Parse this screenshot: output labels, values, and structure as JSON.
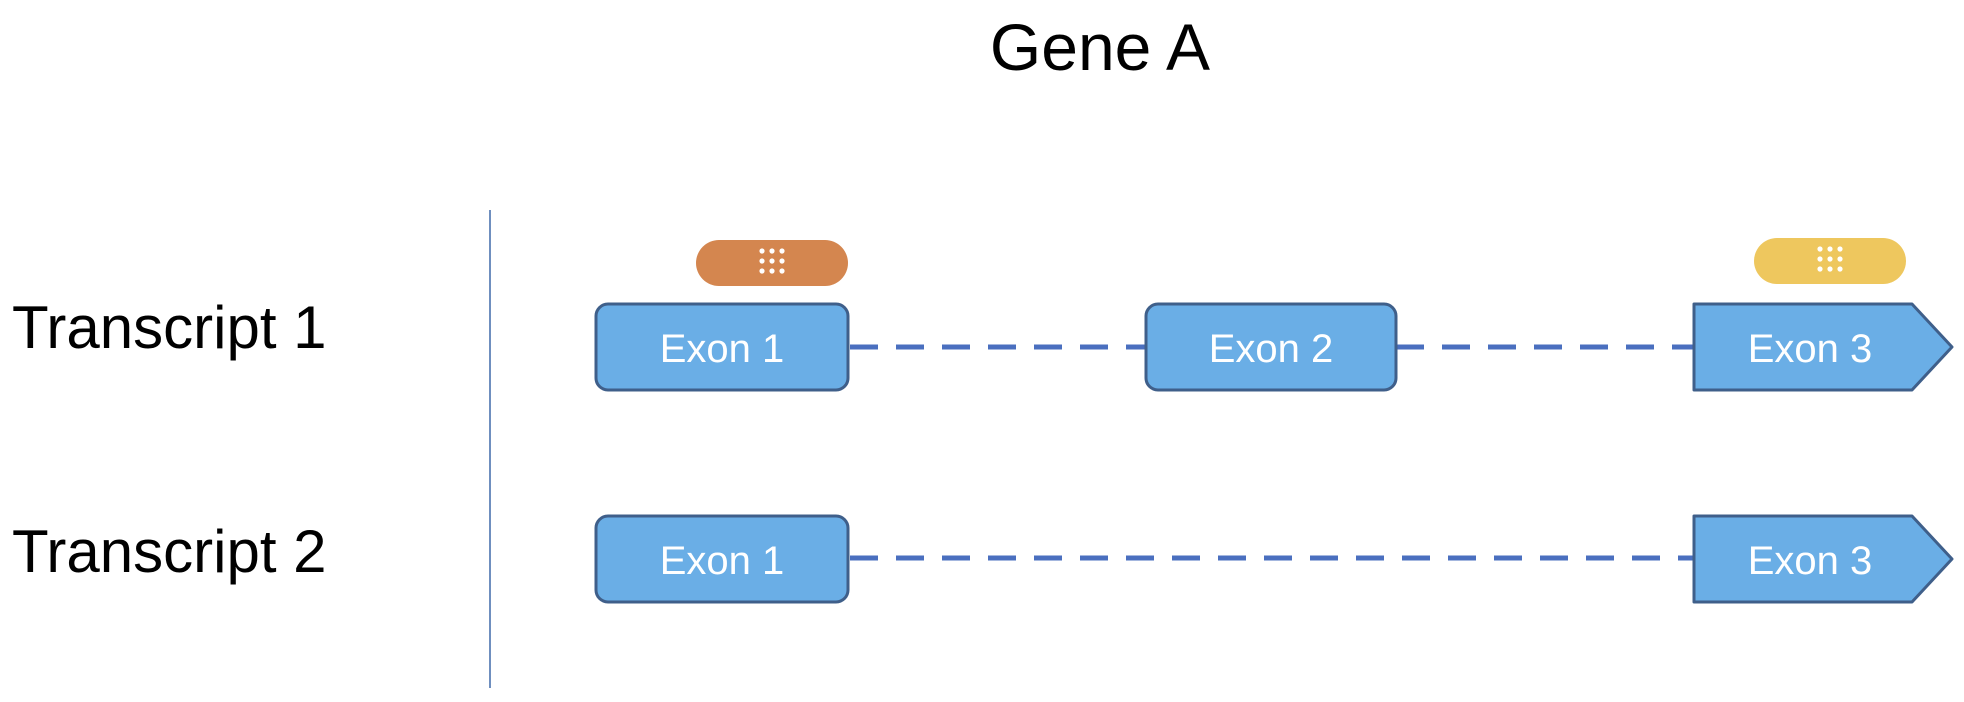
{
  "title": "Gene A",
  "colors": {
    "exon_fill": "#6aaee6",
    "exon_stroke": "#3f5f8a",
    "intron_line": "#4a6fbf",
    "divider": "#6f8fbf",
    "probe_orange": "#d4864f",
    "probe_yellow": "#eec75e",
    "probe_dots": "#ffffff"
  },
  "icons": {
    "probe": "dotted-grid-pill"
  },
  "transcripts": [
    {
      "label": "Transcript 1",
      "exons": [
        {
          "label": "Exon 1",
          "shape": "rounded-box"
        },
        {
          "label": "Exon 2",
          "shape": "rounded-box"
        },
        {
          "label": "Exon 3",
          "shape": "arrow"
        }
      ],
      "probes": [
        {
          "exon": "Exon 1",
          "color": "#d4864f"
        },
        {
          "exon": "Exon 3",
          "color": "#eec75e"
        }
      ]
    },
    {
      "label": "Transcript 2",
      "exons": [
        {
          "label": "Exon 1",
          "shape": "rounded-box"
        },
        {
          "label": "Exon 3",
          "shape": "arrow"
        }
      ]
    }
  ]
}
